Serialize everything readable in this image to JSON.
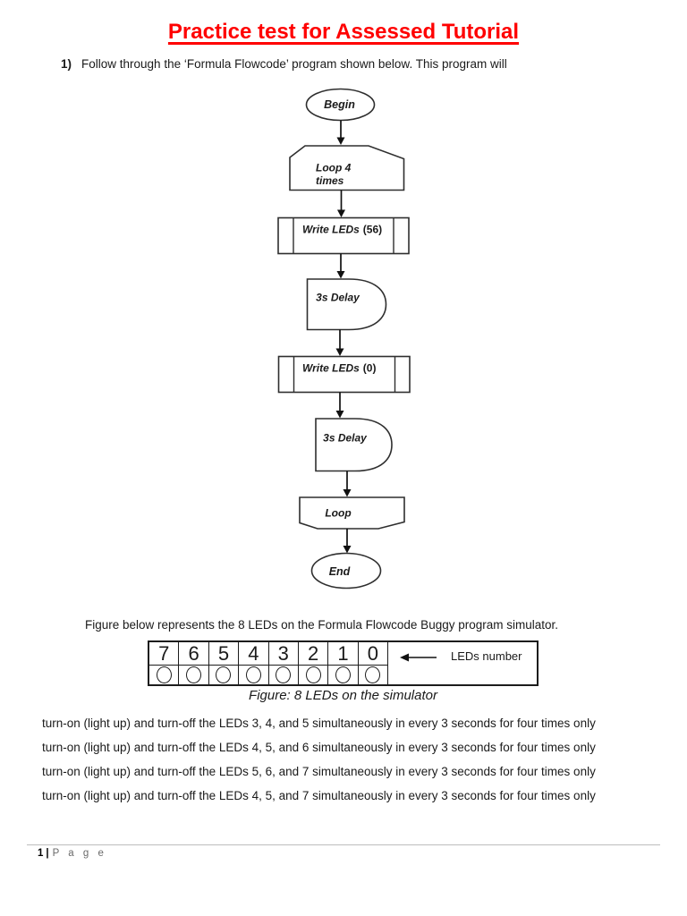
{
  "title": "Practice test for Assessed Tutorial",
  "question": {
    "number": "1)",
    "text": "Follow through the ‘Formula Flowcode’ program shown below. This program will"
  },
  "flowchart": {
    "begin": "Begin",
    "loop_start": {
      "line1": "Loop 4",
      "line2": "times"
    },
    "write_leds_56": {
      "name": "Write LEDs",
      "arg": "(56)"
    },
    "delay_1": "3s Delay",
    "write_leds_0": {
      "name": "Write LEDs",
      "arg": "(0)"
    },
    "delay_2": "3s Delay",
    "loop_end": "Loop",
    "end": "End"
  },
  "figure_intro": "Figure below represents the 8 LEDs on the Formula Flowcode Buggy program simulator.",
  "led_table": {
    "numbers": [
      "7",
      "6",
      "5",
      "4",
      "3",
      "2",
      "1",
      "0"
    ],
    "arrow_label": "LEDs number"
  },
  "figure_caption": "Figure: 8 LEDs on the simulator",
  "options": [
    "turn-on (light up) and turn-off the LEDs 3, 4, and 5 simultaneously in every 3 seconds for four times only",
    "turn-on (light up) and turn-off the LEDs 4, 5, and 6 simultaneously in every 3 seconds for four times only",
    "turn-on (light up) and turn-off the LEDs 5, 6, and 7 simultaneously in every 3 seconds for four times only",
    "turn-on (light up) and turn-off the LEDs 4, 5, and 7 simultaneously in every 3 seconds for four times only"
  ],
  "footer": {
    "page_number": "1",
    "separator": "|",
    "label": "P a g e"
  },
  "colors": {
    "title_red": "#ff0000",
    "ink": "#1c1c1c",
    "footer_gray": "#6a6a6a"
  }
}
